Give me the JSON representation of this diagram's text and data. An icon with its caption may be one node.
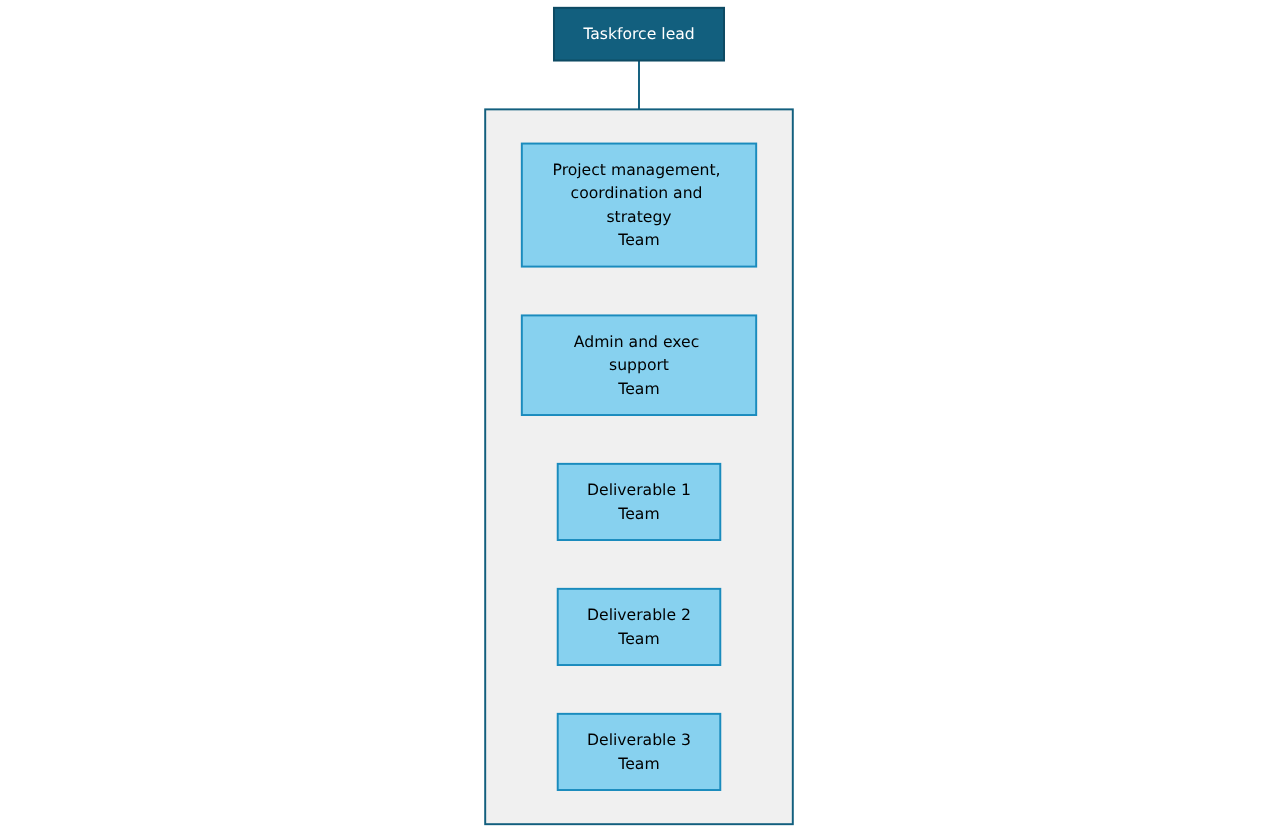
{
  "diagram": {
    "nodes": [
      {
        "text": [
          "Taskforce lead"
        ]
      },
      {
        "text": [],
        "shape": "box"
      },
      {
        "text": [
          "Project management, coordination and strategy",
          "Team"
        ],
        "in": 1
      },
      {
        "text": [
          "Admin and exec support",
          "Team"
        ],
        "in": 1
      },
      {
        "text": [
          "Deliverable 1",
          "Team"
        ],
        "in": 1
      },
      {
        "text": [
          "Deliverable 2",
          "Team"
        ],
        "in": 1
      },
      {
        "text": [
          "Deliverable 3",
          "Team"
        ],
        "in": 1
      }
    ],
    "edges": [
      {
        "from": 0,
        "to": 1,
        "arrow": "none"
      }
    ]
  }
}
